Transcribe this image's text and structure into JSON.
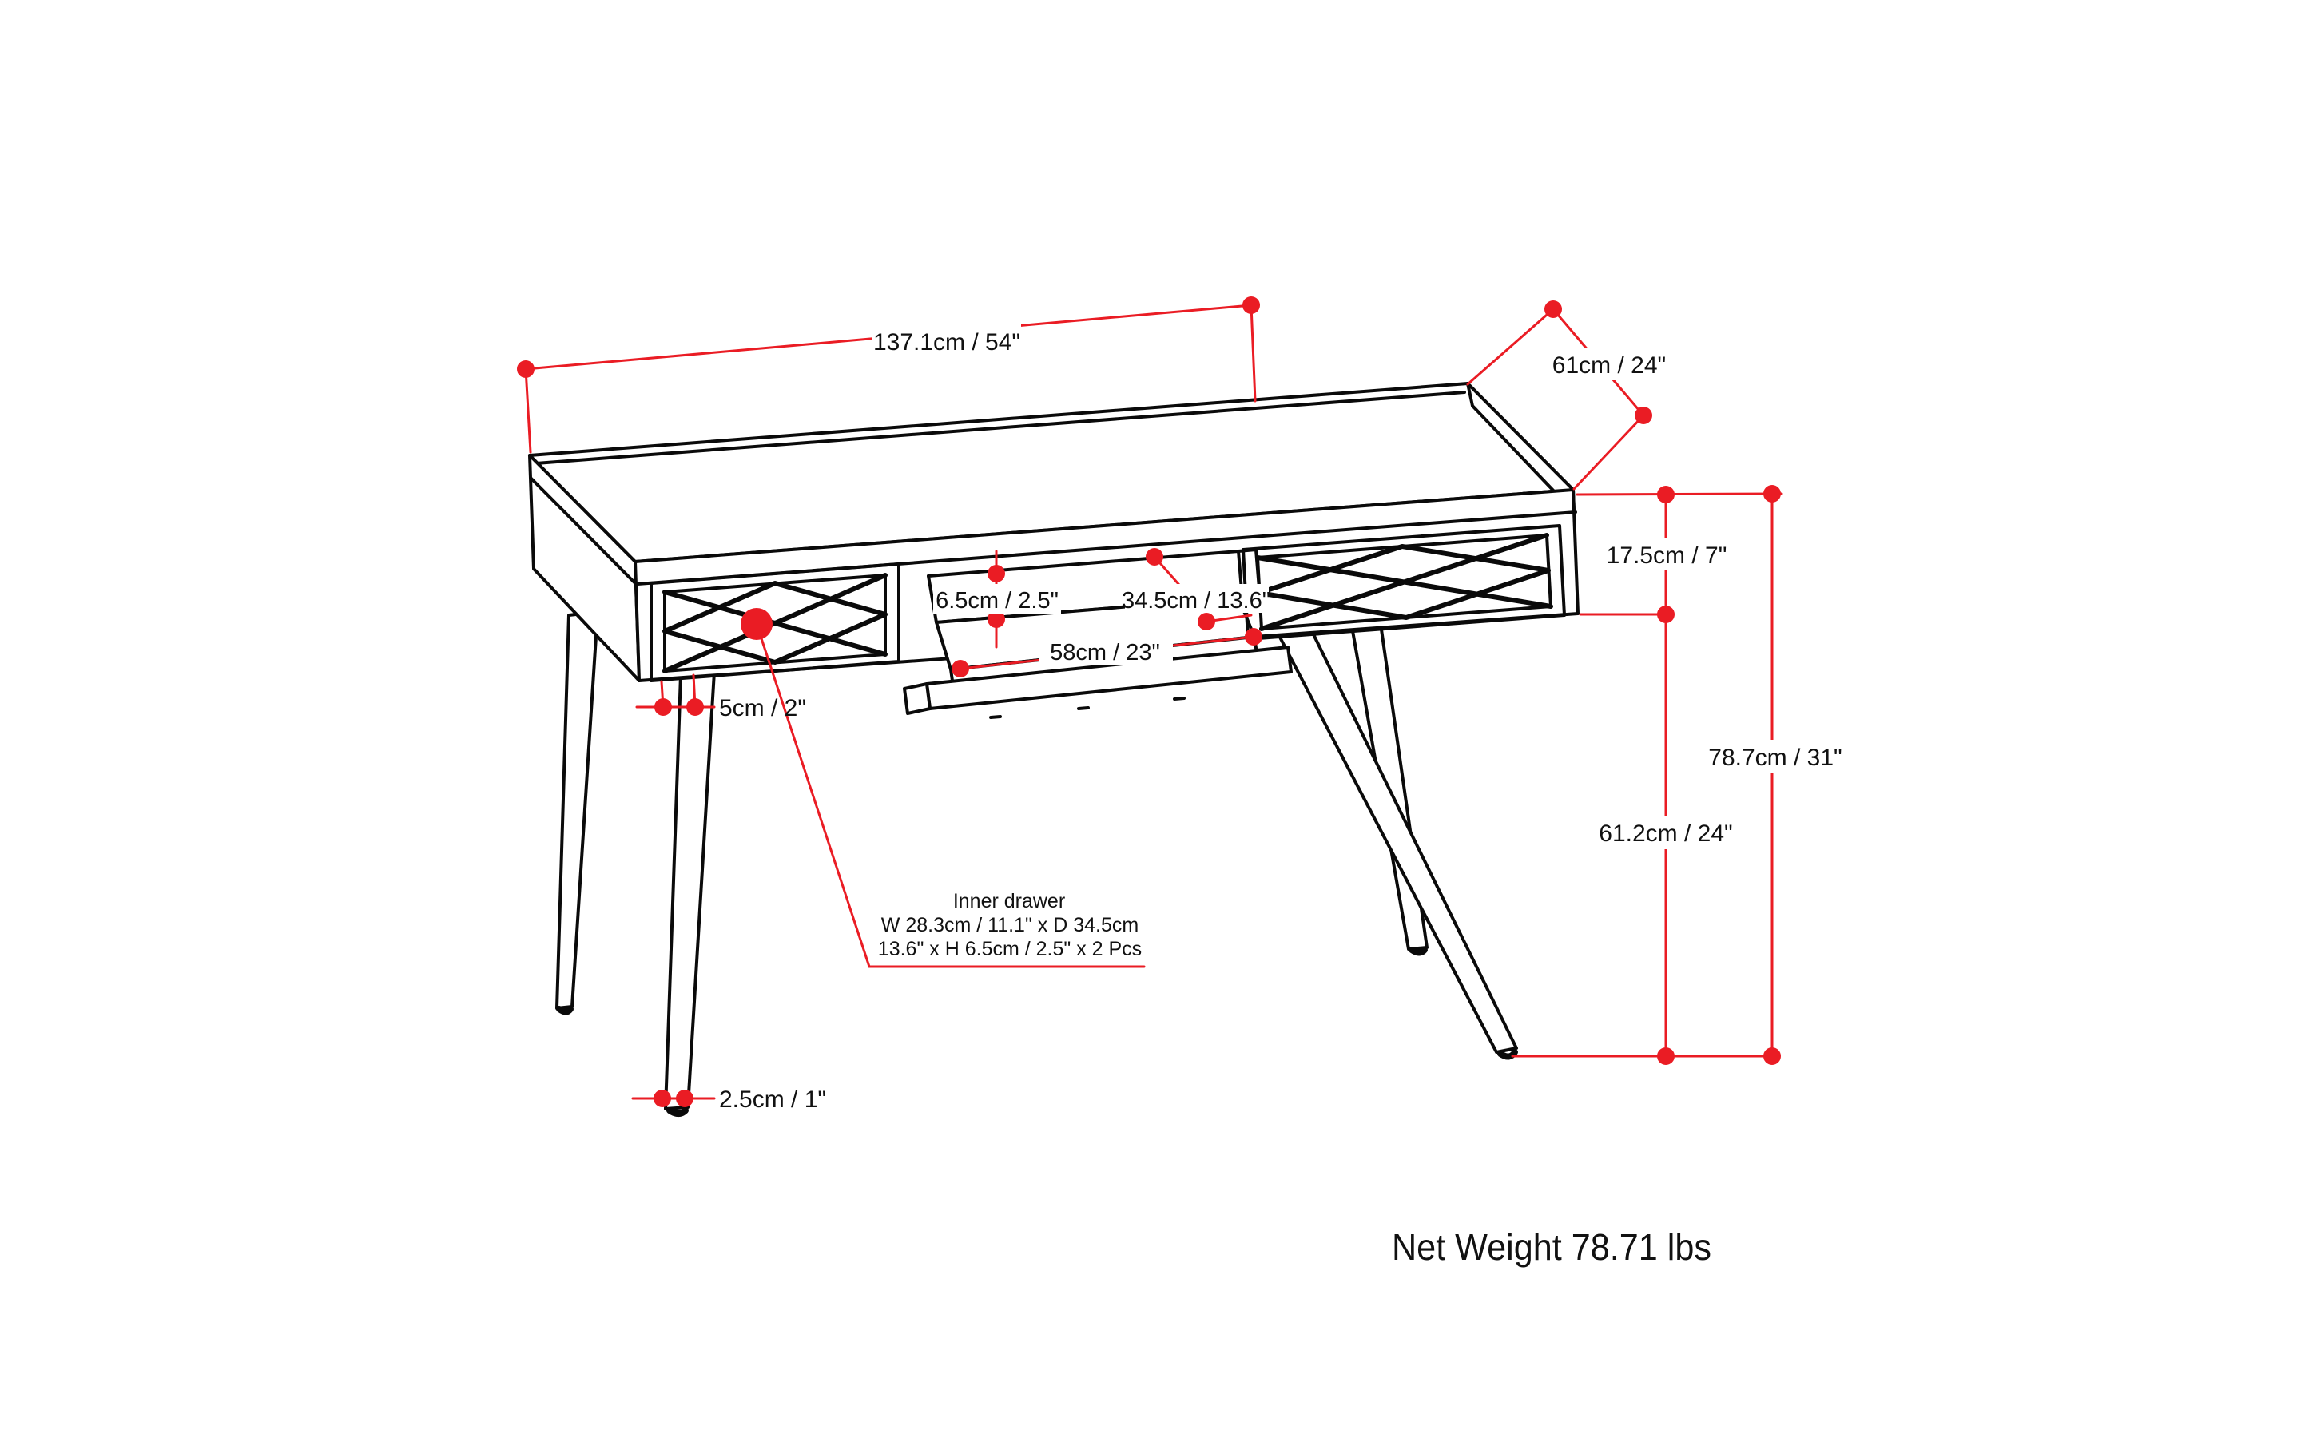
{
  "title": "Desk dimension diagram",
  "colors": {
    "accent": "#ea1c24",
    "line": "#0a0a0a",
    "background": "#ffffff"
  },
  "dimensions": {
    "width": {
      "label": "137.1cm / 54\""
    },
    "depth": {
      "label": "61cm / 24\""
    },
    "apron_height": {
      "label": "17.5cm / 7\""
    },
    "overall_height": {
      "label": "78.7cm / 31\""
    },
    "leg_height": {
      "label": "61.2cm / 24\""
    },
    "tray_opening_height": {
      "label": "6.5cm / 2.5\""
    },
    "tray_depth": {
      "label": "34.5cm / 13.6\""
    },
    "tray_width": {
      "label": "58cm / 23\""
    },
    "leg_gap": {
      "label": "5cm / 2\""
    },
    "foot_diameter": {
      "label": "2.5cm / 1\""
    }
  },
  "inner_drawer_callout": {
    "title": "Inner drawer",
    "line2": "W 28.3cm / 11.1\" x D 34.5cm",
    "line3": "13.6\" x H 6.5cm / 2.5\" x 2 Pcs"
  },
  "net_weight": "Net Weight 78.71 lbs"
}
